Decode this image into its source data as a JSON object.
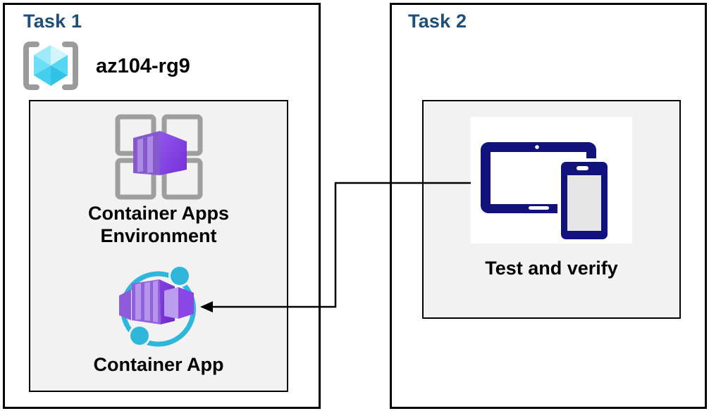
{
  "task1": {
    "label": "Task 1",
    "resource_group_name": "az104-rg9",
    "environment_label": "Container Apps Environment",
    "app_label": "Container App"
  },
  "task2": {
    "label": "Task 2",
    "verify_label": "Test and verify"
  },
  "icons": {
    "resource_group": "resource-group-icon",
    "container_apps_environment": "container-apps-environment-icon",
    "container_app": "container-app-icon",
    "devices": "devices-icon",
    "arrow": "arrow-left-connector"
  },
  "colors": {
    "heading_blue": "#1f4e79",
    "panel_gray": "#f2f2f2",
    "border_black": "#000000",
    "azure_cyan": "#2eb6db",
    "cube_cyan_light": "#d2f5fc",
    "app_purple": "#8a46e6",
    "purple_dark": "#7430d8",
    "device_navy": "#12127c",
    "bracket_gray": "#9b9b9b"
  }
}
